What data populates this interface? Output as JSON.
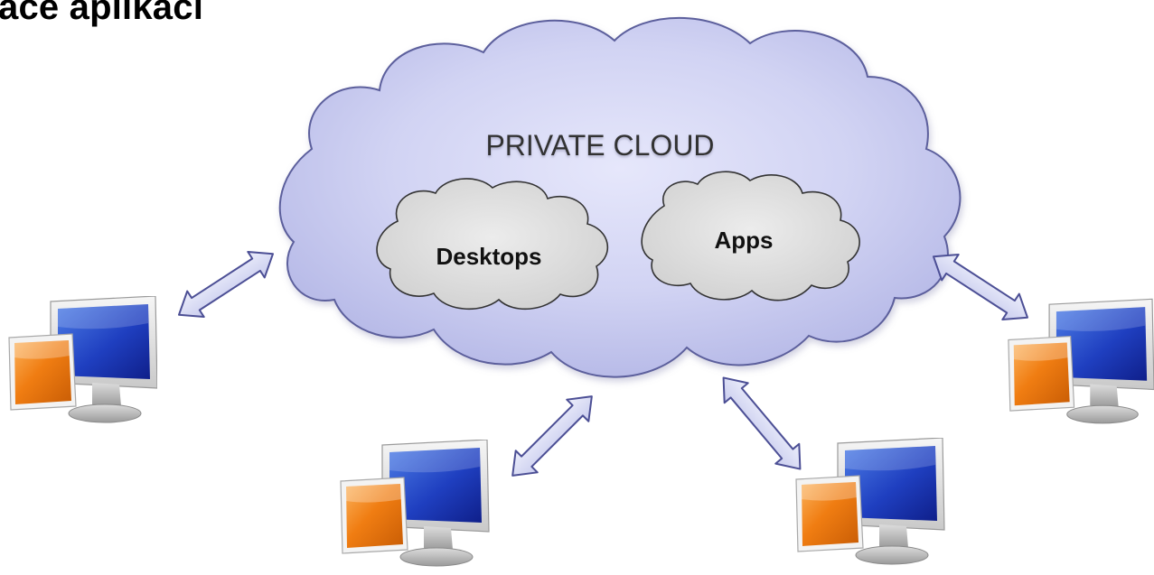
{
  "slide": {
    "title": "ace aplikací"
  },
  "diagram": {
    "main_cloud_label": "PRIVATE CLOUD",
    "inner_clouds": [
      {
        "label": "Desktops"
      },
      {
        "label": "Apps"
      }
    ],
    "clients": [
      {
        "icon": "computer-monitor-icon"
      },
      {
        "icon": "computer-monitor-icon"
      },
      {
        "icon": "computer-monitor-icon"
      },
      {
        "icon": "computer-monitor-icon"
      }
    ],
    "connectors": [
      {
        "icon": "double-arrow-icon"
      },
      {
        "icon": "double-arrow-icon"
      },
      {
        "icon": "double-arrow-icon"
      },
      {
        "icon": "double-arrow-icon"
      }
    ]
  },
  "colors": {
    "cloud_fill": "#c9cbef",
    "cloud_stroke": "#5b5f9c",
    "inner_cloud_fill": "#dadada",
    "arrow_fill": "#d9dbf4",
    "arrow_stroke": "#4c4f95",
    "screen_blue": "#1b36b4",
    "window_orange": "#f07d12"
  }
}
